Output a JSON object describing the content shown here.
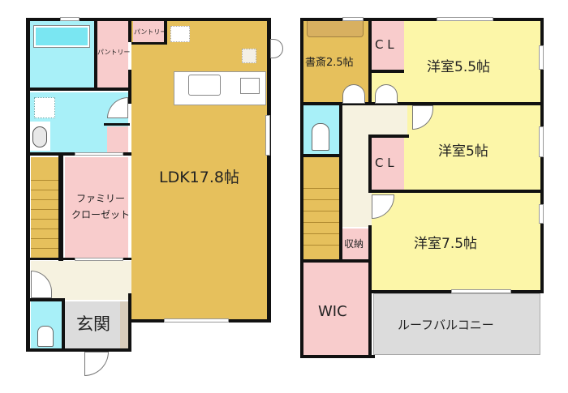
{
  "colors": {
    "ldk": "#e6c05c",
    "wet": "#a8f0f8",
    "storage": "#f8cccc",
    "bedroom": "#fcf6a8",
    "hall": "#f6f2e0",
    "entrance": "#dcdcdc",
    "balcony": "#dcdcdc",
    "stairs": "#e6c05c",
    "study": "#e6c05c",
    "wall": "#111111"
  },
  "floor1": {
    "ldk": "LDK17.8帖",
    "pantry_upper": "パントリー",
    "pantry_side": "パントリー",
    "family_closet_line1": "ファミリー",
    "family_closet_line2": "クローゼット",
    "entrance": "玄関"
  },
  "floor2": {
    "study": "書斎2.5帖",
    "cl_upper": "C L",
    "cl_lower": "C L",
    "western_5_5": "洋室5.5帖",
    "western_5": "洋室5帖",
    "western_7_5": "洋室7.5帖",
    "storage": "収納",
    "wic": "WIC",
    "roof_balcony": "ルーフバルコニー"
  }
}
